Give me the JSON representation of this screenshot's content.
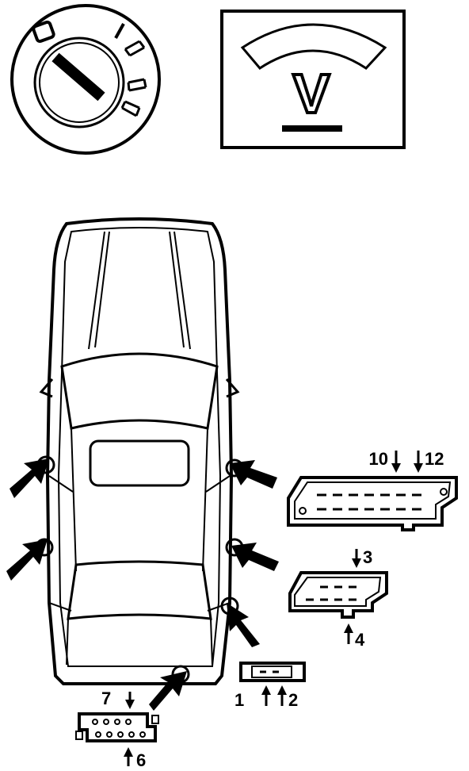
{
  "meter": {
    "unit_label": "V"
  },
  "connectors": {
    "c10_12": {
      "pin_a": "10",
      "pin_b": "12"
    },
    "c3_4": {
      "pin_top": "3",
      "pin_bottom": "4"
    },
    "c1_2": {
      "pin_a": "1",
      "pin_b": "2"
    },
    "c7_6": {
      "pin_top": "7",
      "pin_bottom": "6"
    }
  },
  "icons": {
    "ignition": "ignition-switch-icon",
    "voltmeter": "voltmeter-icon",
    "car": "car-top-view-icon",
    "arrow": "pointer-arrow-icon"
  },
  "colors": {
    "ink": "#000000",
    "paper": "#ffffff"
  }
}
